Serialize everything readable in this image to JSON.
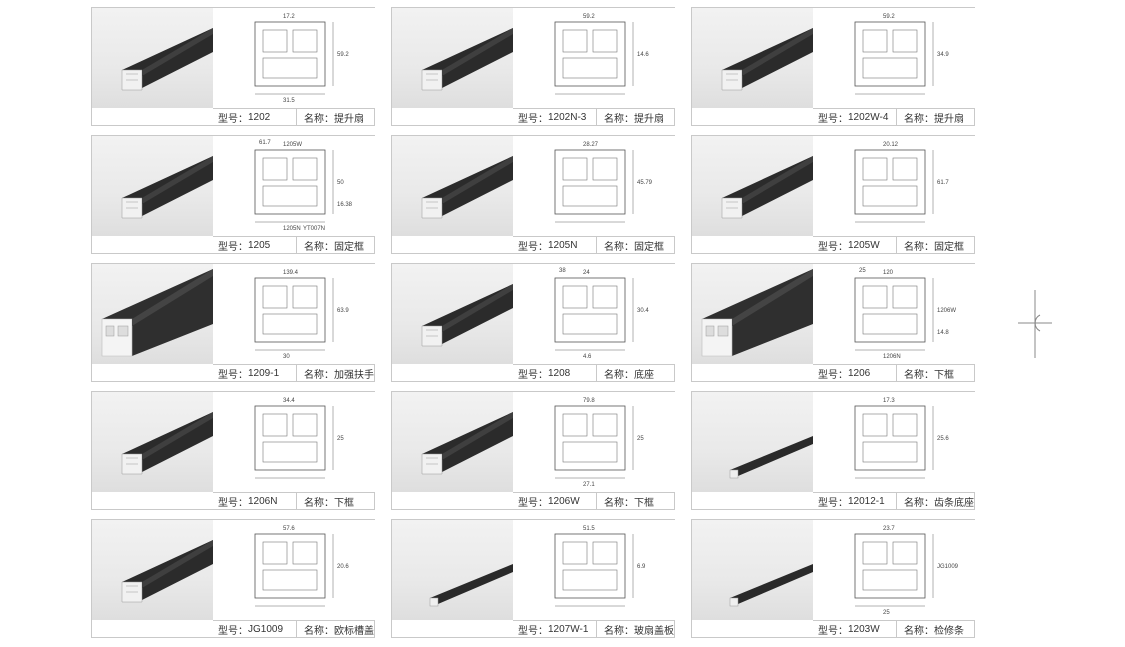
{
  "labels": {
    "model_prefix": "型号：",
    "name_prefix": "名称："
  },
  "products": [
    {
      "model": "1202",
      "name": "提升扇",
      "dims": [
        "17.2",
        "59.2",
        "31.5"
      ]
    },
    {
      "model": "1202N-3",
      "name": "提升扇",
      "dims": [
        "59.2",
        "14.6"
      ]
    },
    {
      "model": "1202W-4",
      "name": "提升扇",
      "dims": [
        "59.2",
        "34.9"
      ]
    },
    {
      "model": "1205",
      "name": "固定框",
      "dims": [
        "1205W",
        "50",
        "1205N",
        "61.7",
        "16.38",
        "YT007N"
      ]
    },
    {
      "model": "1205N",
      "name": "固定框",
      "dims": [
        "28.27",
        "45.79"
      ]
    },
    {
      "model": "1205W",
      "name": "固定框",
      "dims": [
        "20.12",
        "61.7"
      ]
    },
    {
      "model": "1209-1",
      "name": "加强扶手",
      "dims": [
        "139.4",
        "63.9",
        "30"
      ]
    },
    {
      "model": "1208",
      "name": "底座",
      "dims": [
        "24",
        "30.4",
        "4.6",
        "38"
      ]
    },
    {
      "model": "1206",
      "name": "下框",
      "dims": [
        "120",
        "1206W",
        "1206N",
        "25",
        "14.8"
      ]
    },
    {
      "model": "1206N",
      "name": "下框",
      "dims": [
        "34.4",
        "25"
      ]
    },
    {
      "model": "1206W",
      "name": "下框",
      "dims": [
        "79.8",
        "25",
        "27.1"
      ]
    },
    {
      "model": "12012-1",
      "name": "齿条底座",
      "dims": [
        "17.3",
        "25.6"
      ]
    },
    {
      "model": "JG1009",
      "name": "欧标槽盖",
      "dims": [
        "57.6",
        "20.6"
      ]
    },
    {
      "model": "1207W-1",
      "name": "玻扇盖板",
      "dims": [
        "51.5",
        "6.9"
      ]
    },
    {
      "model": "1203W",
      "name": "检修条",
      "dims": [
        "23.7",
        "JG1009",
        "25"
      ]
    }
  ]
}
